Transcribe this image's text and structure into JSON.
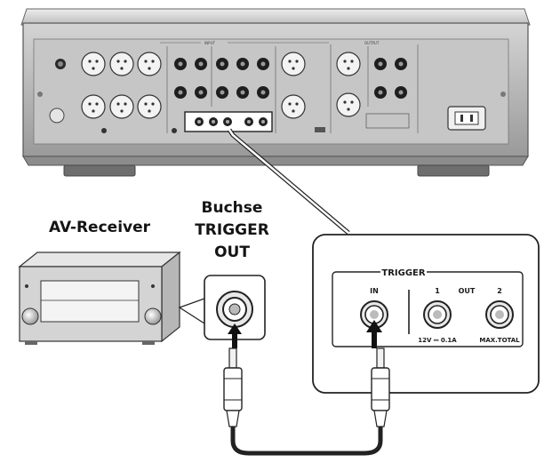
{
  "labels": {
    "av_receiver": "AV-Receiver",
    "jack_line1": "Buchse",
    "jack_line2": "TRIGGER",
    "jack_line3": "OUT"
  },
  "rear_panel": {
    "input_header": "INPUT",
    "output_header": "OUTPUT"
  },
  "trigger_panel": {
    "title": "TRIGGER",
    "in_label": "IN",
    "out_label": "OUT",
    "out1_label": "1",
    "out2_label": "2",
    "rating_left": "12V ⎓ 0.1A",
    "rating_right": "MAX.TOTAL"
  },
  "icons": [
    "amplifier-rear-panel-icon",
    "av-receiver-icon",
    "mini-plug-icon",
    "cable-icon",
    "arrow-icon"
  ]
}
